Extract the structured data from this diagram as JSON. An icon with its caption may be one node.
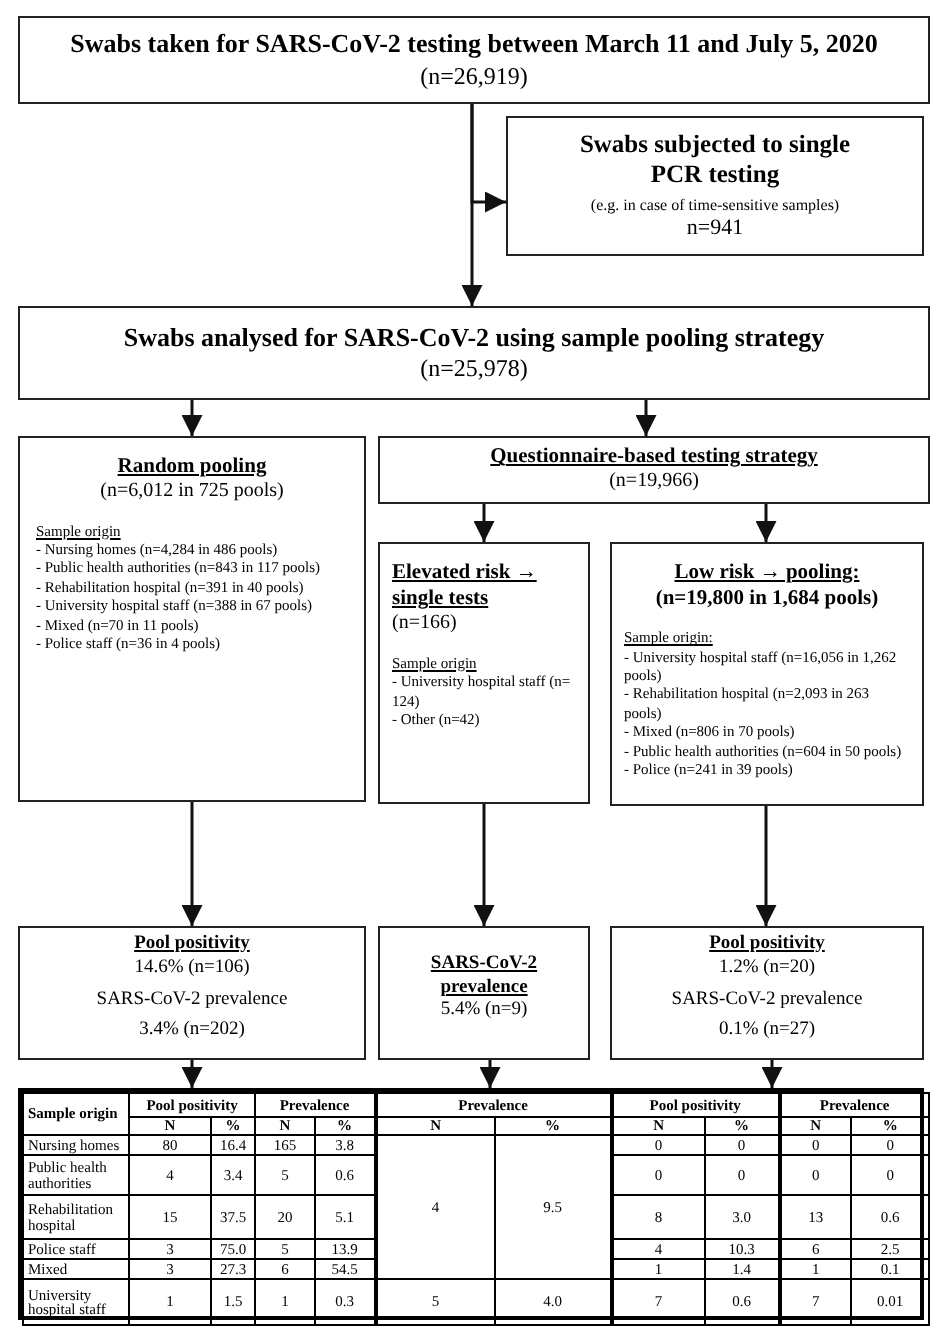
{
  "diagram": {
    "nodes": [
      {
        "text": [
          "Swabs taken for SARS-CoV-2 testing between March 11 and July 5, 2020",
          "(n=26,919)"
        ]
      },
      {
        "text": [
          "Swabs subjected to single PCR testing",
          "(e.g. in case of time-sensitive samples)",
          "n=941"
        ]
      },
      {
        "text": [
          "Swabs analysed for SARS-CoV-2 using sample pooling strategy",
          "(n=25,978)"
        ]
      },
      {
        "text": [
          "Random pooling",
          "(n=6,012 in 725 pools)",
          "Sample origin",
          "- Nursing homes (n=4,284 in 486 pools)",
          "- Public health authorities (n=843 in 117 pools)",
          "- Rehabilitation hospital (n=391 in 40 pools)",
          "- University hospital staff (n=388 in 67 pools)",
          "- Mixed (n=70 in 11 pools)",
          "- Police staff (n=36 in 4 pools)"
        ]
      },
      {
        "text": [
          "Questionnaire-based testing strategy",
          "(n=19,966)"
        ]
      },
      {
        "text": [
          "Elevated risk → single tests",
          "(n=166)",
          "Sample origin",
          "- University hospital staff (n= 124)",
          "- Other (n=42)"
        ]
      },
      {
        "text": [
          "Low risk → pooling:",
          "(n=19,800 in 1,684 pools)",
          "Sample origin:",
          "- University hospital staff (n=16,056 in 1,262 pools)",
          "- Rehabilitation hospital (n=2,093 in 263 pools)",
          "- Mixed (n=806 in 70 pools)",
          "- Public health authorities (n=604 in 50 pools)",
          "- Police (n=241 in 39 pools)"
        ]
      },
      {
        "text": [
          "Pool positivity",
          "14.6% (n=106)",
          "SARS-CoV-2 prevalence",
          "3.4% (n=202)"
        ]
      },
      {
        "text": [
          "SARS-CoV-2 prevalence",
          "5.4% (n=9)"
        ]
      },
      {
        "text": [
          "Pool positivity",
          "1.2% (n=20)",
          "SARS-CoV-2 prevalence",
          "0.1% (n=27)"
        ]
      },
      {
        "text": [],
        "shape": "table"
      }
    ],
    "edges": [
      {
        "from": 0,
        "to": 1,
        "arrow": "to"
      },
      {
        "from": 0,
        "to": 2,
        "arrow": "to"
      },
      {
        "from": 2,
        "to": 3,
        "arrow": "to"
      },
      {
        "from": 2,
        "to": 4,
        "arrow": "to"
      },
      {
        "from": 4,
        "to": 5,
        "arrow": "to"
      },
      {
        "from": 4,
        "to": 6,
        "arrow": "to"
      },
      {
        "from": 3,
        "to": 7,
        "arrow": "to"
      },
      {
        "from": 5,
        "to": 8,
        "arrow": "to"
      },
      {
        "from": 6,
        "to": 9,
        "arrow": "to"
      },
      {
        "from": 7,
        "to": 10,
        "arrow": "to"
      },
      {
        "from": 8,
        "to": 10,
        "arrow": "to"
      },
      {
        "from": 9,
        "to": 10,
        "arrow": "to"
      }
    ],
    "labels": [
      "Sample origin",
      "Pool positivity",
      "Prevalence",
      "Prevalence",
      "Pool positivity",
      "Prevalence",
      "N",
      "%",
      "N",
      "%",
      "N",
      "%",
      "N",
      "%",
      "N",
      "%",
      "Nursing homes",
      "80",
      "16.4",
      "165",
      "3.8",
      "4",
      "9.5",
      "0",
      "0",
      "0",
      "0",
      "Public health authorities",
      "4",
      "3.4",
      "5",
      "0.6",
      "0",
      "0",
      "0",
      "0",
      "Rehabilitation hospital",
      "15",
      "37.5",
      "20",
      "5.1",
      "8",
      "3.0",
      "13",
      "0.6",
      "Police staff",
      "3",
      "75.0",
      "5",
      "13.9",
      "4",
      "10.3",
      "6",
      "2.5",
      "Mixed",
      "3",
      "27.3",
      "6",
      "54.5",
      "1",
      "1.4",
      "1",
      "0.1",
      "University hospital staff",
      "1",
      "1.5",
      "1",
      "0.3",
      "5",
      "4.0",
      "7",
      "0.6",
      "7",
      "0.01"
    ]
  }
}
